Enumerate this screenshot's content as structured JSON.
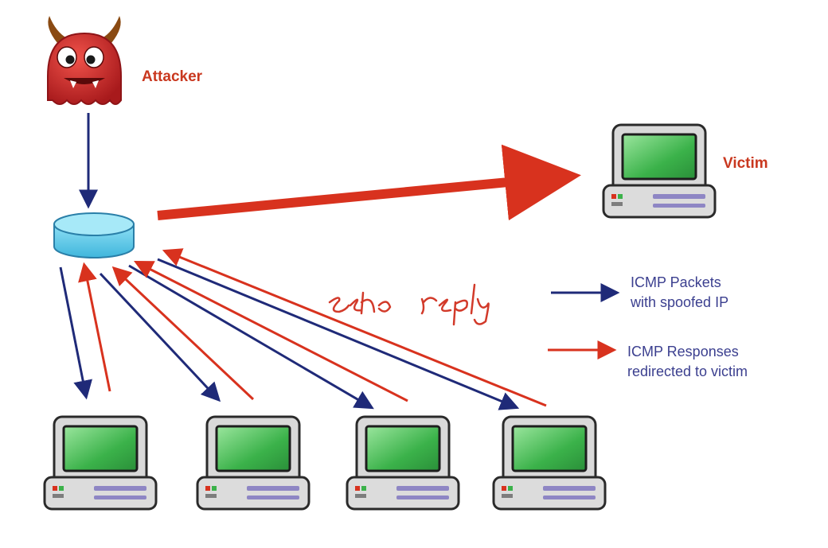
{
  "labels": {
    "attacker": "Attacker",
    "victim": "Victim",
    "annotation": "echo reply"
  },
  "legend": [
    {
      "line1": "ICMP Packets",
      "line2": "with spoofed IP",
      "color_key": "blue"
    },
    {
      "line1": "ICMP Responses",
      "line2": "redirected to victim",
      "color_key": "red"
    }
  ],
  "colors": {
    "blue": "#1f2a78",
    "red": "#d8321e",
    "label_red": "#c9381f",
    "legend_text": "#3b3f8f",
    "router_fill": "#6fd3ee",
    "screen_green": "#3bb24a",
    "attacker_red": "#cf2d2b"
  },
  "icons": {
    "attacker": "devil-monster-icon",
    "router": "router-icon",
    "computer": "desktop-computer-icon"
  },
  "nodes": {
    "computers": [
      "reflector-1",
      "reflector-2",
      "reflector-3",
      "reflector-4"
    ]
  }
}
